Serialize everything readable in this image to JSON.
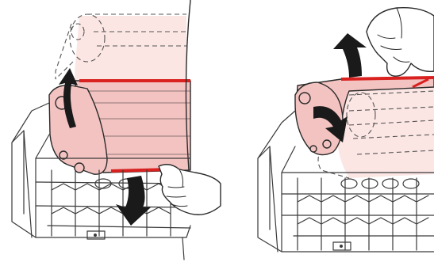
{
  "figure": {
    "panels": [
      {
        "id": "left",
        "step": "lower-rack-fold-down"
      },
      {
        "id": "right",
        "step": "lower-rack-fold-up"
      }
    ],
    "colors": {
      "rack_fill": "#f3c3c1",
      "rack_fill_ghost": "#fbe6e4",
      "rack_edge_red": "#d9211f",
      "arrow": "#1a1a1a",
      "outline": "#2a2a2a",
      "wire": "#3a3a3a"
    },
    "icons": [
      "curved-arrow-icon",
      "down-arrow-icon",
      "up-arrow-icon",
      "hand-icon"
    ]
  }
}
